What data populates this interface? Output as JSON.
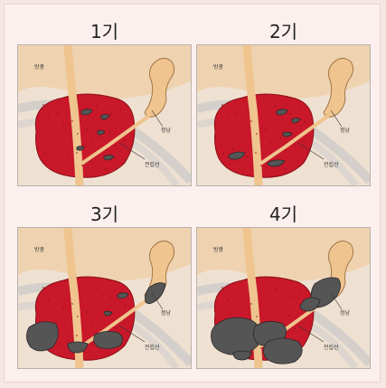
{
  "panels": [
    {
      "title": "1기",
      "label_top": "방광",
      "label_vesicle": "정낭",
      "label_prostate": "전립선",
      "stage": 1
    },
    {
      "title": "2기",
      "label_top": "방광",
      "label_vesicle": "정낭",
      "label_prostate": "전립선",
      "stage": 2
    },
    {
      "title": "3기",
      "label_top": "방광",
      "label_vesicle": "정낭",
      "label_prostate": "전립선",
      "stage": 3
    },
    {
      "title": "4기",
      "label_top": "방광",
      "label_vesicle": "정낭",
      "label_prostate": "전립선",
      "stage": 4
    }
  ],
  "colors": {
    "prostate": "#c8182a",
    "tissue": "#efd3b0",
    "duct": "#efc48e",
    "tumor": "#555555",
    "background": "#efe1d2"
  }
}
